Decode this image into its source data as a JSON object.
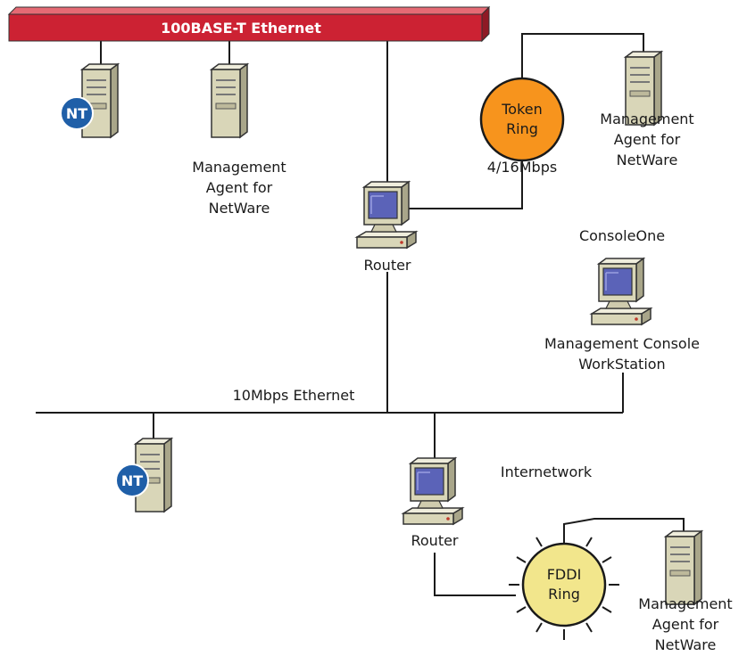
{
  "network": {
    "top_bus_label": "100BASE-T Ethernet",
    "bottom_bus_label": "10Mbps Ethernet",
    "internetwork_label": "Internetwork",
    "token_ring": {
      "line1": "Token",
      "line2": "Ring",
      "speed": "4/16Mbps"
    },
    "fddi_ring": {
      "line1": "FDDI",
      "line2": "Ring"
    },
    "nt_badge": "NT",
    "router_label": "Router",
    "console_title": "ConsoleOne",
    "console_label": {
      "line1": "Management Console",
      "line2": "WorkStation"
    },
    "agent_label": {
      "line1": "Management",
      "line2": "Agent for",
      "line3": "NetWare"
    }
  },
  "colors": {
    "bus_red": "#cc2233",
    "token_ring": "#f7941d",
    "fddi_ring": "#f2e68c",
    "nt_badge": "#1f5fa8",
    "server_body": "#d9d6b8",
    "monitor_screen": "#5b63b8"
  }
}
